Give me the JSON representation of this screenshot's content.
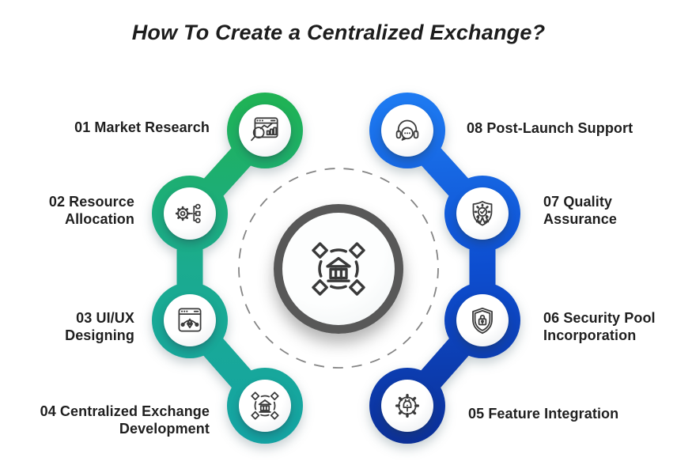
{
  "title": "How To Create a Centralized Exchange?",
  "steps": [
    {
      "lines": [
        "01 Market Research"
      ],
      "icon": "market-research-icon"
    },
    {
      "lines": [
        "02 Resource",
        "Allocation"
      ],
      "icon": "resource-allocation-icon"
    },
    {
      "lines": [
        "03 UI/UX",
        "Designing"
      ],
      "icon": "uiux-designing-icon"
    },
    {
      "lines": [
        "04 Centralized Exchange",
        "Development"
      ],
      "icon": "centralized-exchange-development-icon"
    },
    {
      "lines": [
        "05 Feature Integration"
      ],
      "icon": "feature-integration-icon"
    },
    {
      "lines": [
        "06 Security Pool",
        "Incorporation"
      ],
      "icon": "security-pool-incorporation-icon"
    },
    {
      "lines": [
        "07 Quality",
        "Assurance"
      ],
      "icon": "quality-assurance-icon"
    },
    {
      "lines": [
        "08 Post-Launch Support"
      ],
      "icon": "post-launch-support-icon"
    }
  ],
  "center": {
    "icon": "centralized-exchange-hub-icon"
  },
  "colors": {
    "left_top": "#1fb253",
    "left_mid": "#1bab8f",
    "left_bottom": "#14a4a5",
    "right_top": "#1e7bf2",
    "right_mid": "#0d4ed0",
    "right_bottom": "#0c2f96",
    "icon_stroke": "#3a3a3a",
    "hub_ring": "#585858",
    "dashed_ring": "#858585",
    "text": "#1f1f1f"
  }
}
